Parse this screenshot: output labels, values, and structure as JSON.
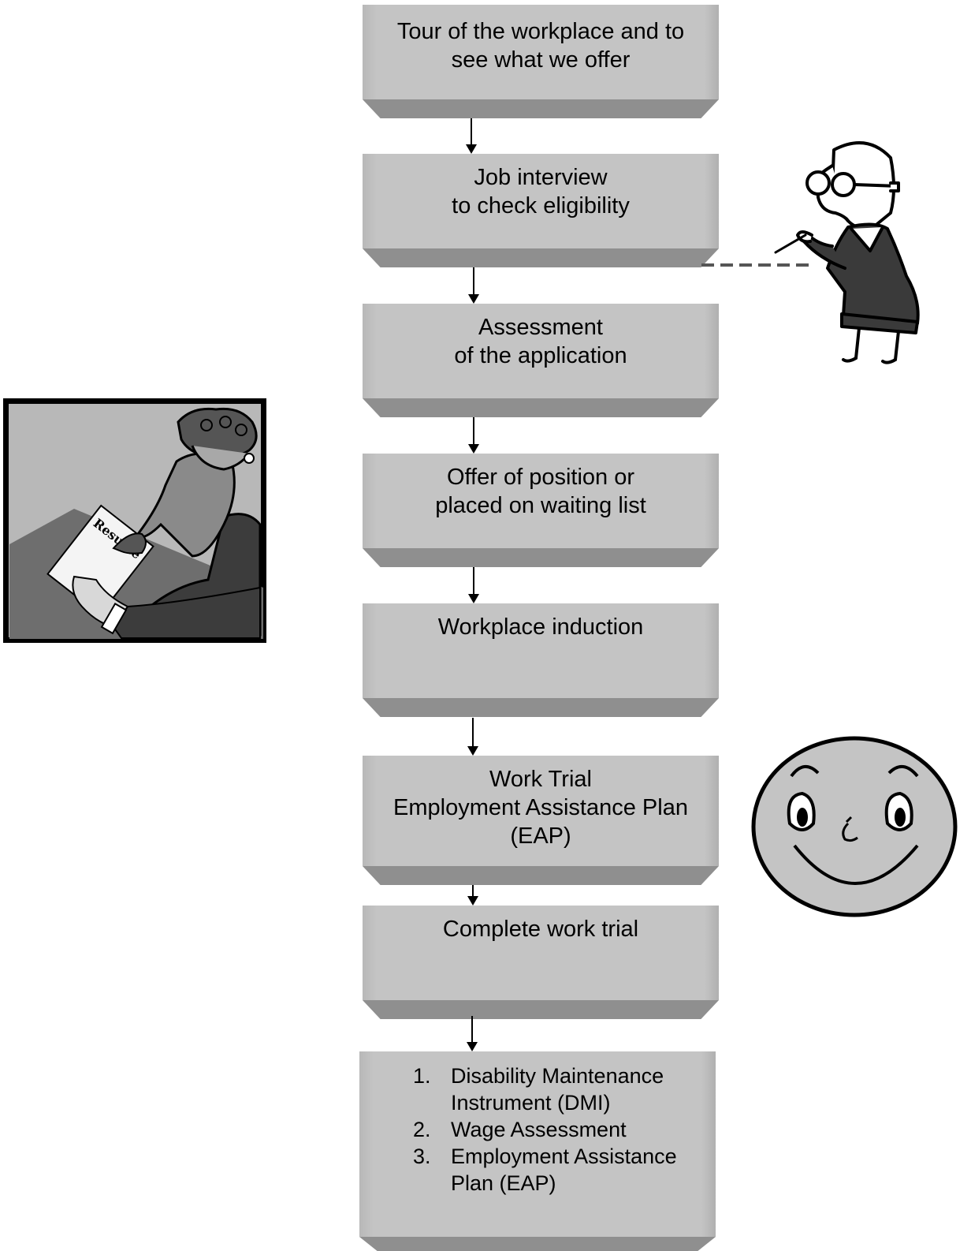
{
  "steps": [
    {
      "line1": "Tour of the workplace and to",
      "line2": "see what we offer"
    },
    {
      "line1": "Job interview",
      "line2": "to check eligibility"
    },
    {
      "line1": "Assessment",
      "line2": "of the application"
    },
    {
      "line1": "Offer of position or",
      "line2": "placed on waiting list"
    },
    {
      "line1": "Workplace induction"
    },
    {
      "line1": "Work Trial",
      "line2": "Employment Assistance Plan",
      "line3": "(EAP)"
    },
    {
      "line1": "Complete work trial"
    }
  ],
  "final_step": {
    "items": [
      {
        "num": "1.",
        "line1": "Disability Maintenance",
        "line2": "Instrument (DMI)"
      },
      {
        "num": "2.",
        "line1": "Wage Assessment"
      },
      {
        "num": "3.",
        "line1": "Employment Assistance",
        "line2": "Plan (EAP)"
      }
    ]
  },
  "clipart": {
    "resume_label": "Resume"
  },
  "colors": {
    "box_face": "#c4c4c4",
    "box_bevel": "#8f8f8f",
    "connector": "#000000"
  }
}
